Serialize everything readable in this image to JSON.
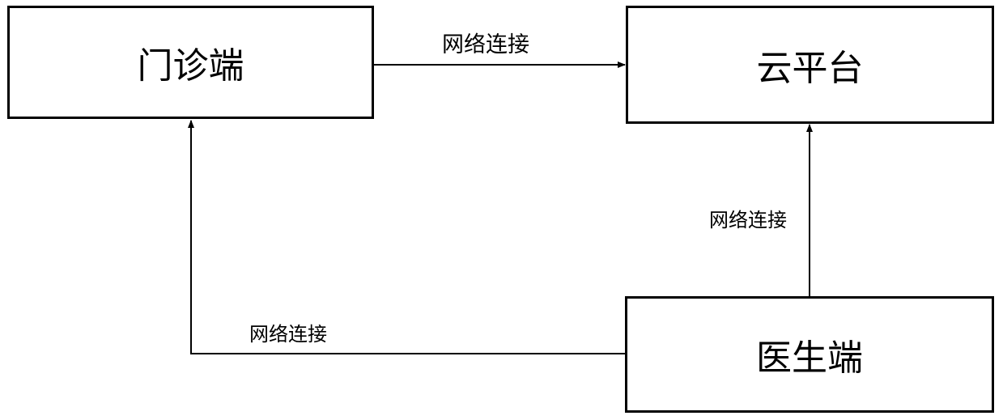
{
  "nodes": {
    "clinic": "门诊端",
    "cloud": "云平台",
    "doctor": "医生端"
  },
  "edges": {
    "clinic_to_cloud": "网络连接",
    "doctor_to_cloud": "网络连接",
    "doctor_to_clinic": "网络连接"
  }
}
